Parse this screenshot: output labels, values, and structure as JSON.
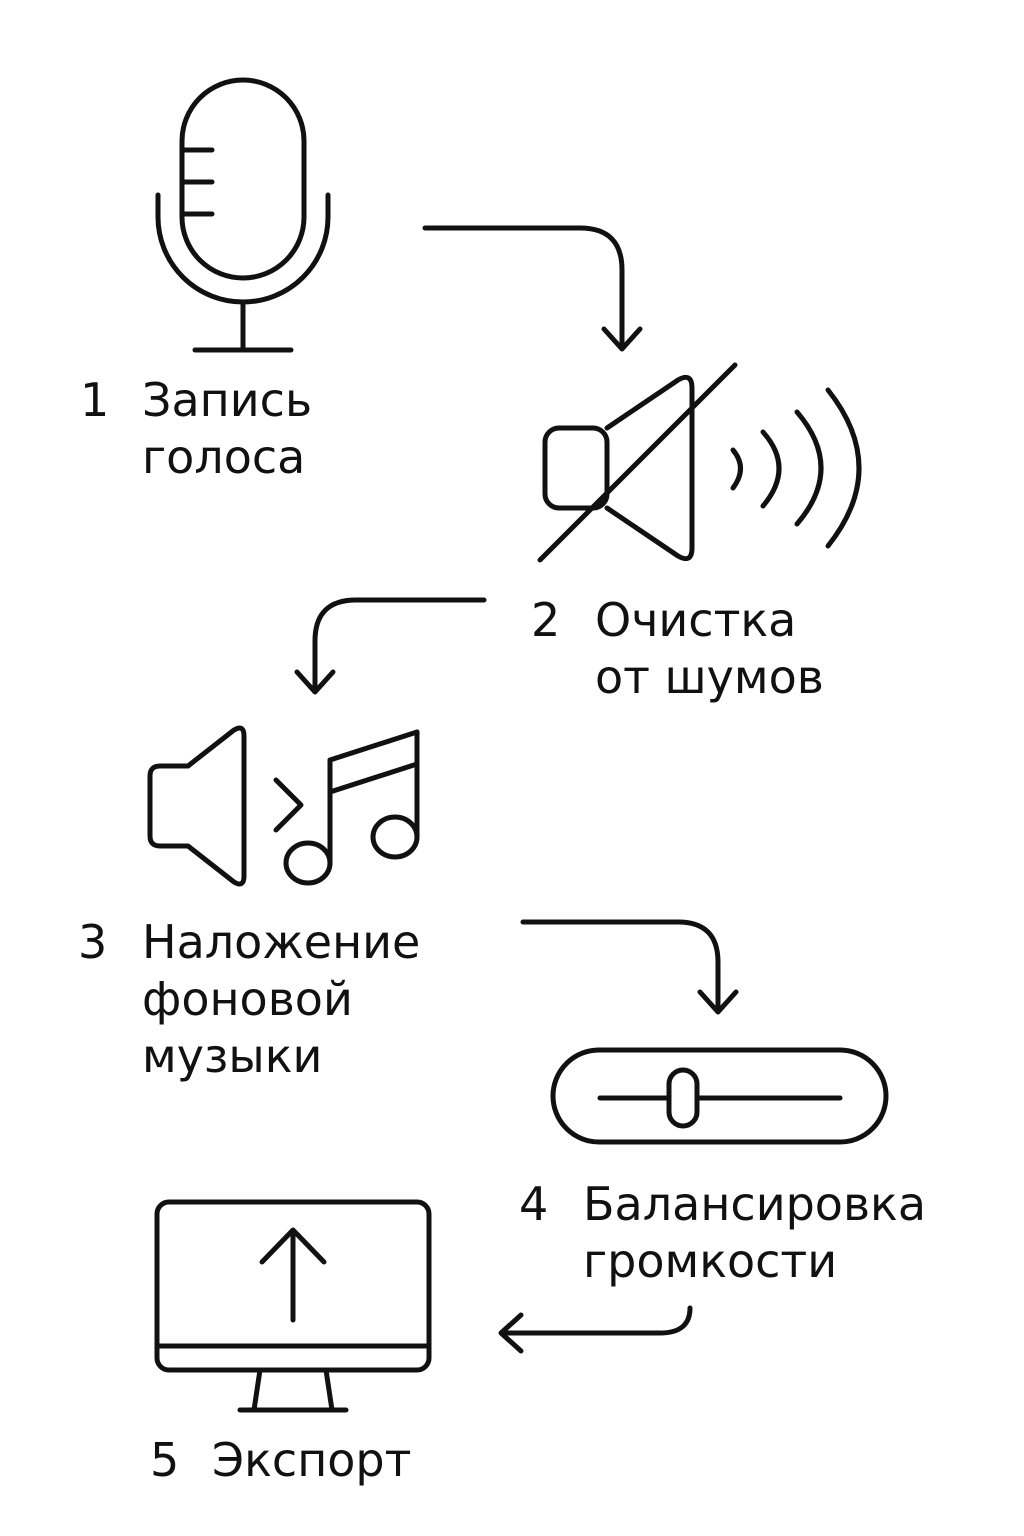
{
  "diagram": {
    "steps": [
      {
        "number": "1",
        "lines": [
          "Запись",
          "голоса"
        ],
        "icon": "microphone-icon"
      },
      {
        "number": "2",
        "lines": [
          "Очистка",
          "от шумов"
        ],
        "icon": "muted-speaker-icon"
      },
      {
        "number": "3",
        "lines": [
          "Наложение",
          "фоновой",
          "музыки"
        ],
        "icon": "speaker-music-icon"
      },
      {
        "number": "4",
        "lines": [
          "Балансировка",
          "громкости"
        ],
        "icon": "volume-slider-icon"
      },
      {
        "number": "5",
        "lines": [
          "Экспорт"
        ],
        "icon": "monitor-upload-icon"
      }
    ],
    "colors": {
      "stroke": "#111111",
      "background": "#ffffff"
    }
  }
}
